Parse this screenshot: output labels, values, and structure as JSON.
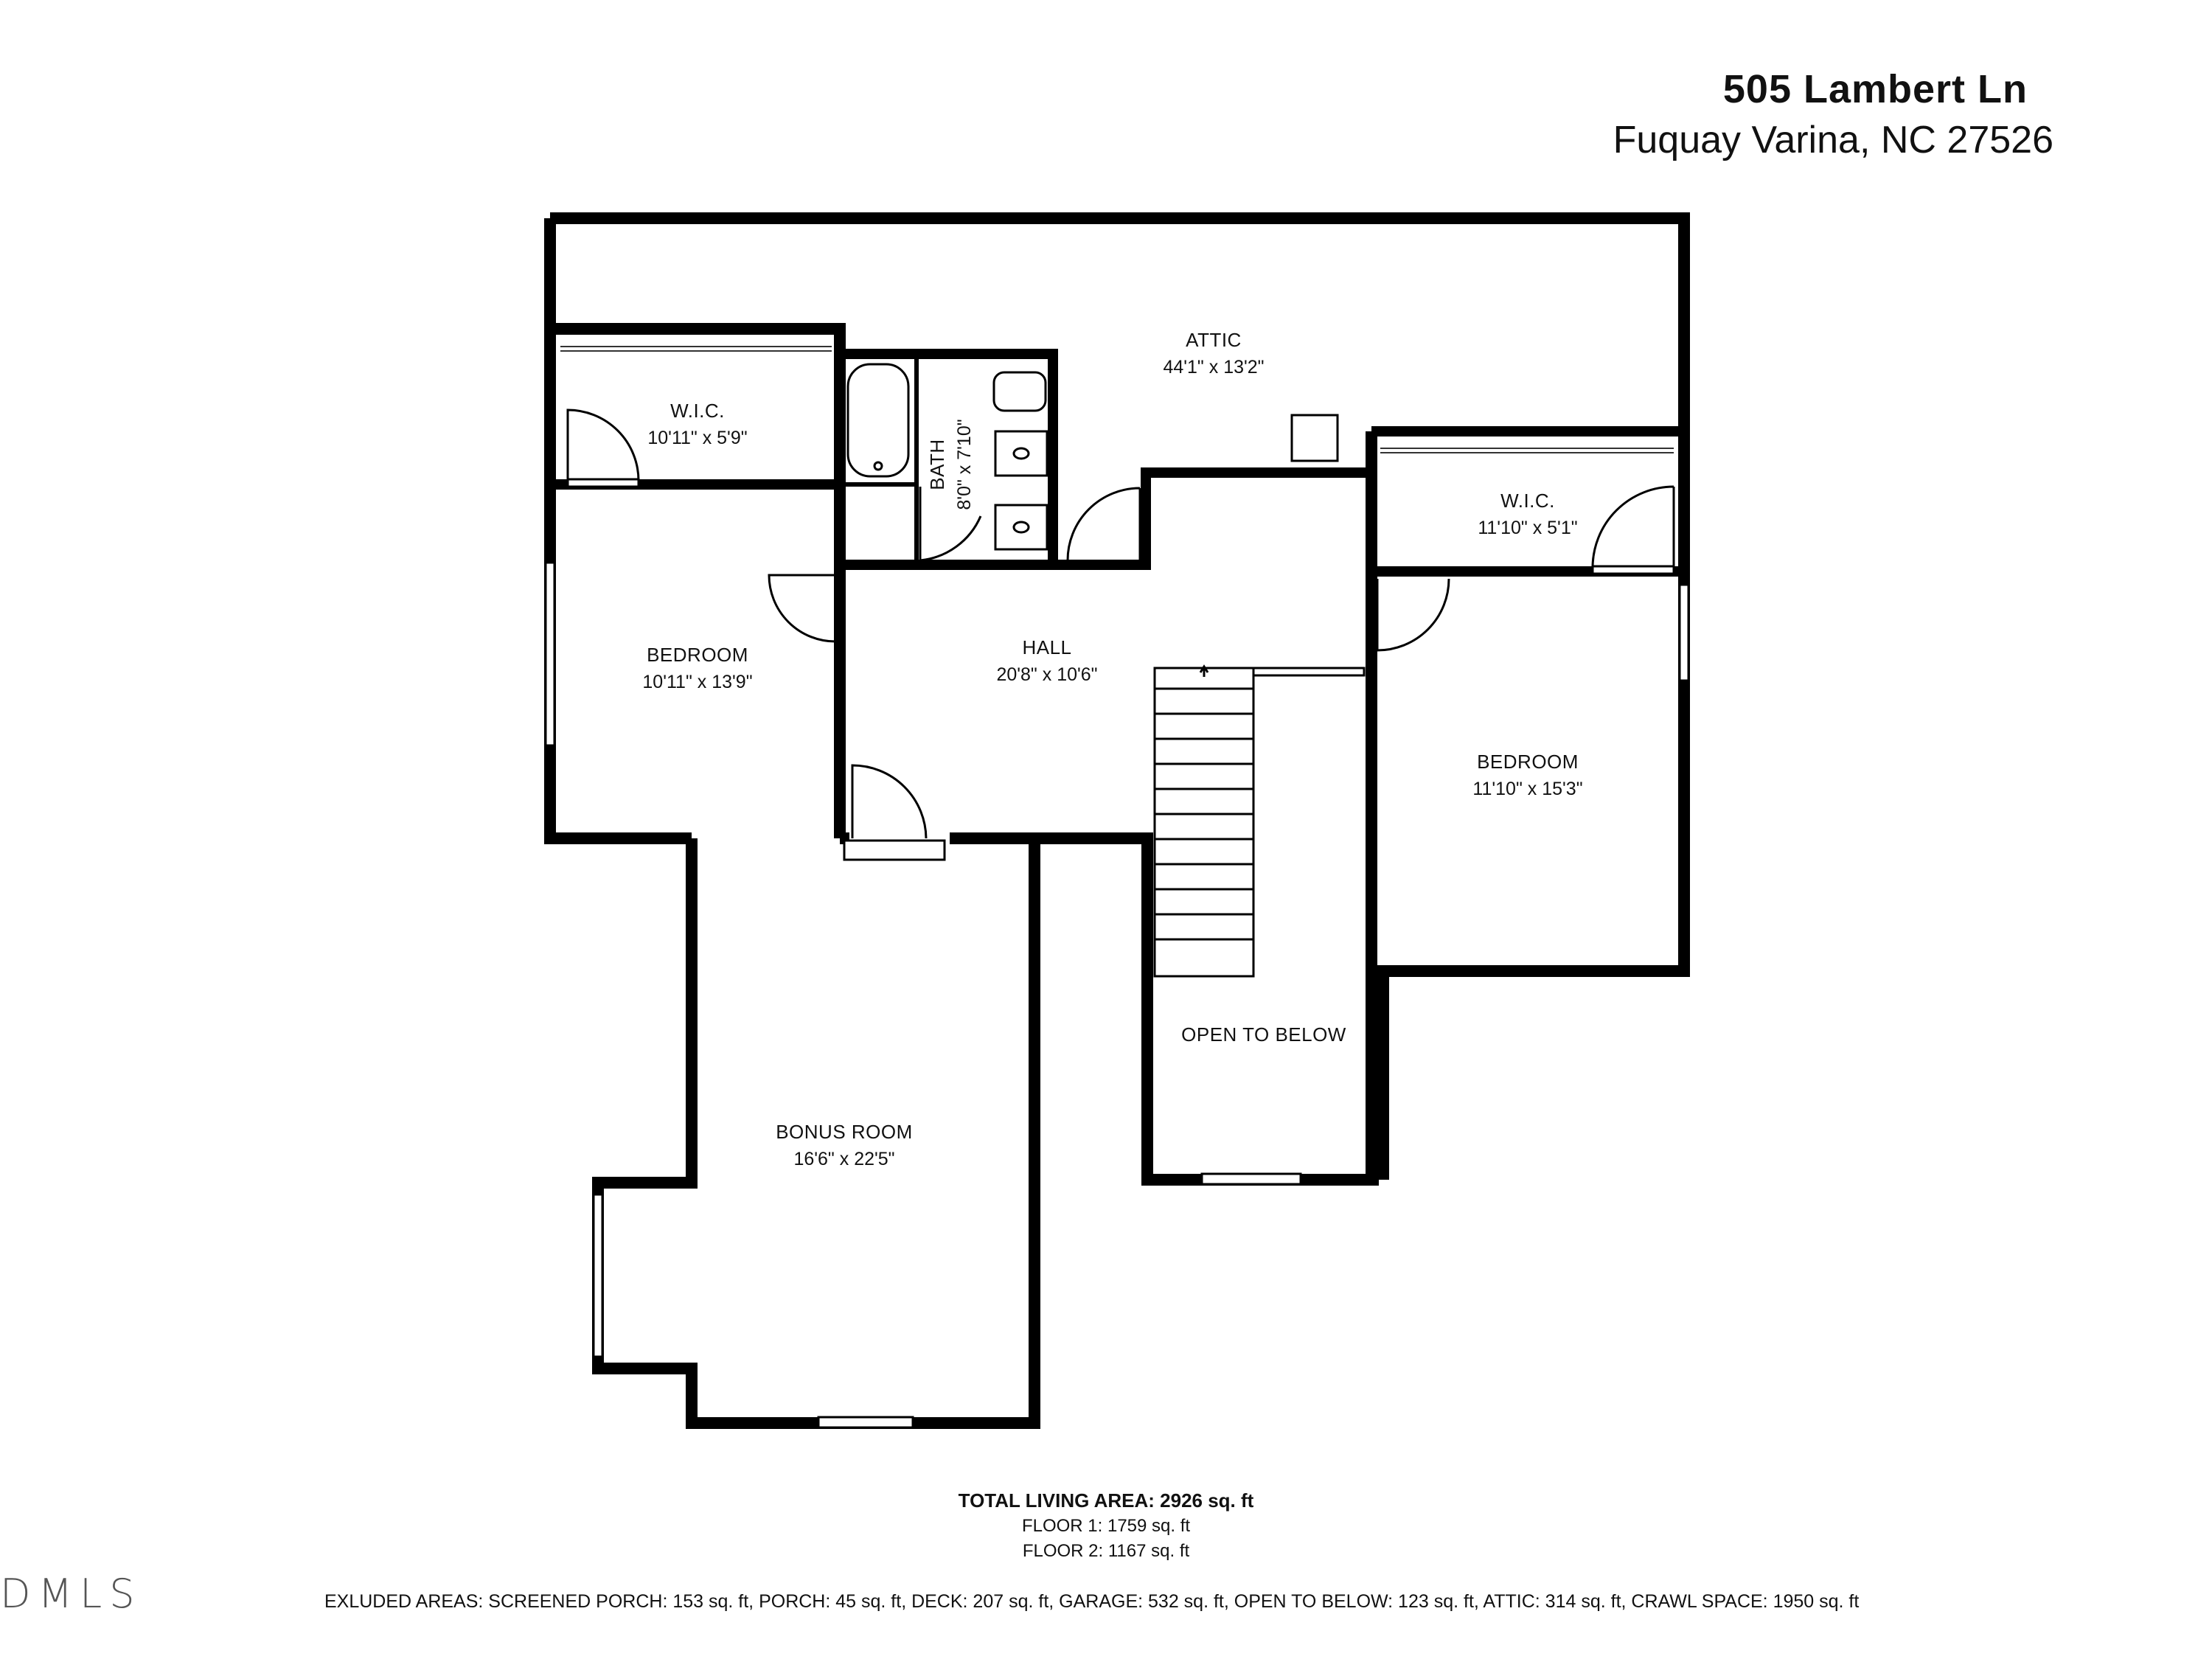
{
  "header": {
    "address": "505 Lambert Ln",
    "city_line": "Fuquay Varina, NC 27526"
  },
  "rooms": {
    "attic": {
      "name": "ATTIC",
      "dims": "44'1\" x 13'2\""
    },
    "wic_left": {
      "name": "W.I.C.",
      "dims": "10'11\" x 5'9\""
    },
    "bath": {
      "name": "BATH",
      "dims": "8'0\" x 7'10\""
    },
    "wic_right": {
      "name": "W.I.C.",
      "dims": "11'10\" x 5'1\""
    },
    "bedroom_left": {
      "name": "BEDROOM",
      "dims": "10'11\" x 13'9\""
    },
    "hall": {
      "name": "HALL",
      "dims": "20'8\" x 10'6\""
    },
    "bedroom_right": {
      "name": "BEDROOM",
      "dims": "11'10\" x 15'3\""
    },
    "open_below": {
      "name": "OPEN TO BELOW"
    },
    "bonus": {
      "name": "BONUS ROOM",
      "dims": "16'6\" x 22'5\""
    }
  },
  "totals": {
    "living_area": "TOTAL LIVING AREA: 2926 sq. ft",
    "floor1": "FLOOR 1: 1759 sq. ft",
    "floor2": "FLOOR 2: 1167 sq. ft",
    "excluded": "EXLUDED AREAS: SCREENED PORCH: 153 sq. ft, PORCH: 45 sq. ft, DECK: 207 sq. ft, GARAGE: 532 sq. ft, OPEN TO BELOW: 123 sq. ft, ATTIC: 314 sq. ft, CRAWL SPACE: 1950 sq. ft"
  },
  "logo": {
    "text": "DMLS"
  }
}
